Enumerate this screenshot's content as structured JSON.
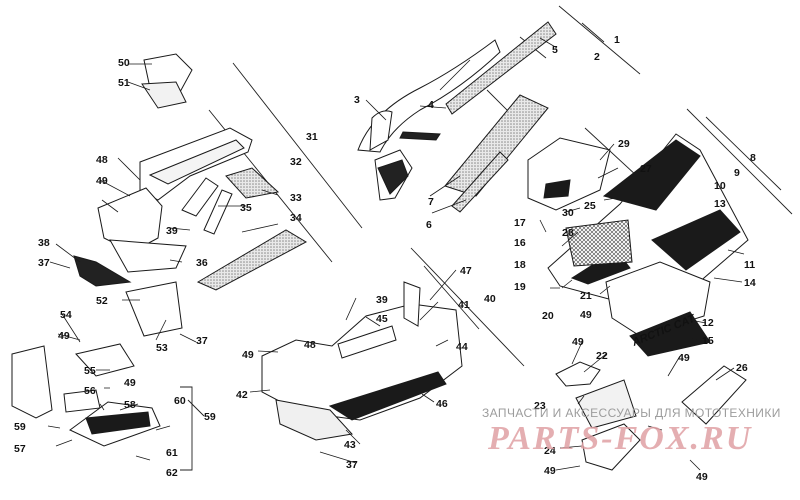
{
  "diagram": {
    "callouts": [
      "1",
      "2",
      "3",
      "4",
      "5",
      "6",
      "7",
      "8",
      "9",
      "10",
      "11",
      "12",
      "13",
      "14",
      "15",
      "16",
      "17",
      "18",
      "19",
      "20",
      "21",
      "22",
      "23",
      "24",
      "25",
      "26",
      "27",
      "28",
      "29",
      "30",
      "31",
      "32",
      "33",
      "34",
      "35",
      "36",
      "37",
      "38",
      "39",
      "40",
      "41",
      "42",
      "43",
      "44",
      "45",
      "46",
      "47",
      "48",
      "49",
      "50",
      "51",
      "52",
      "53",
      "54",
      "55",
      "56",
      "57",
      "58",
      "59",
      "60",
      "61",
      "62"
    ],
    "panel_text": "ARCTIC CAT",
    "line_color": "#1a1a1a",
    "decal_color": "#111111",
    "mesh_color": "#bdbdbd"
  },
  "watermark": {
    "caption": "ЗАПЧАСТИ И АКСЕССУАРЫ ДЛЯ МОТОТЕХНИКИ",
    "logo": "PARTS-FOX.RU",
    "color": "#d9868b"
  }
}
